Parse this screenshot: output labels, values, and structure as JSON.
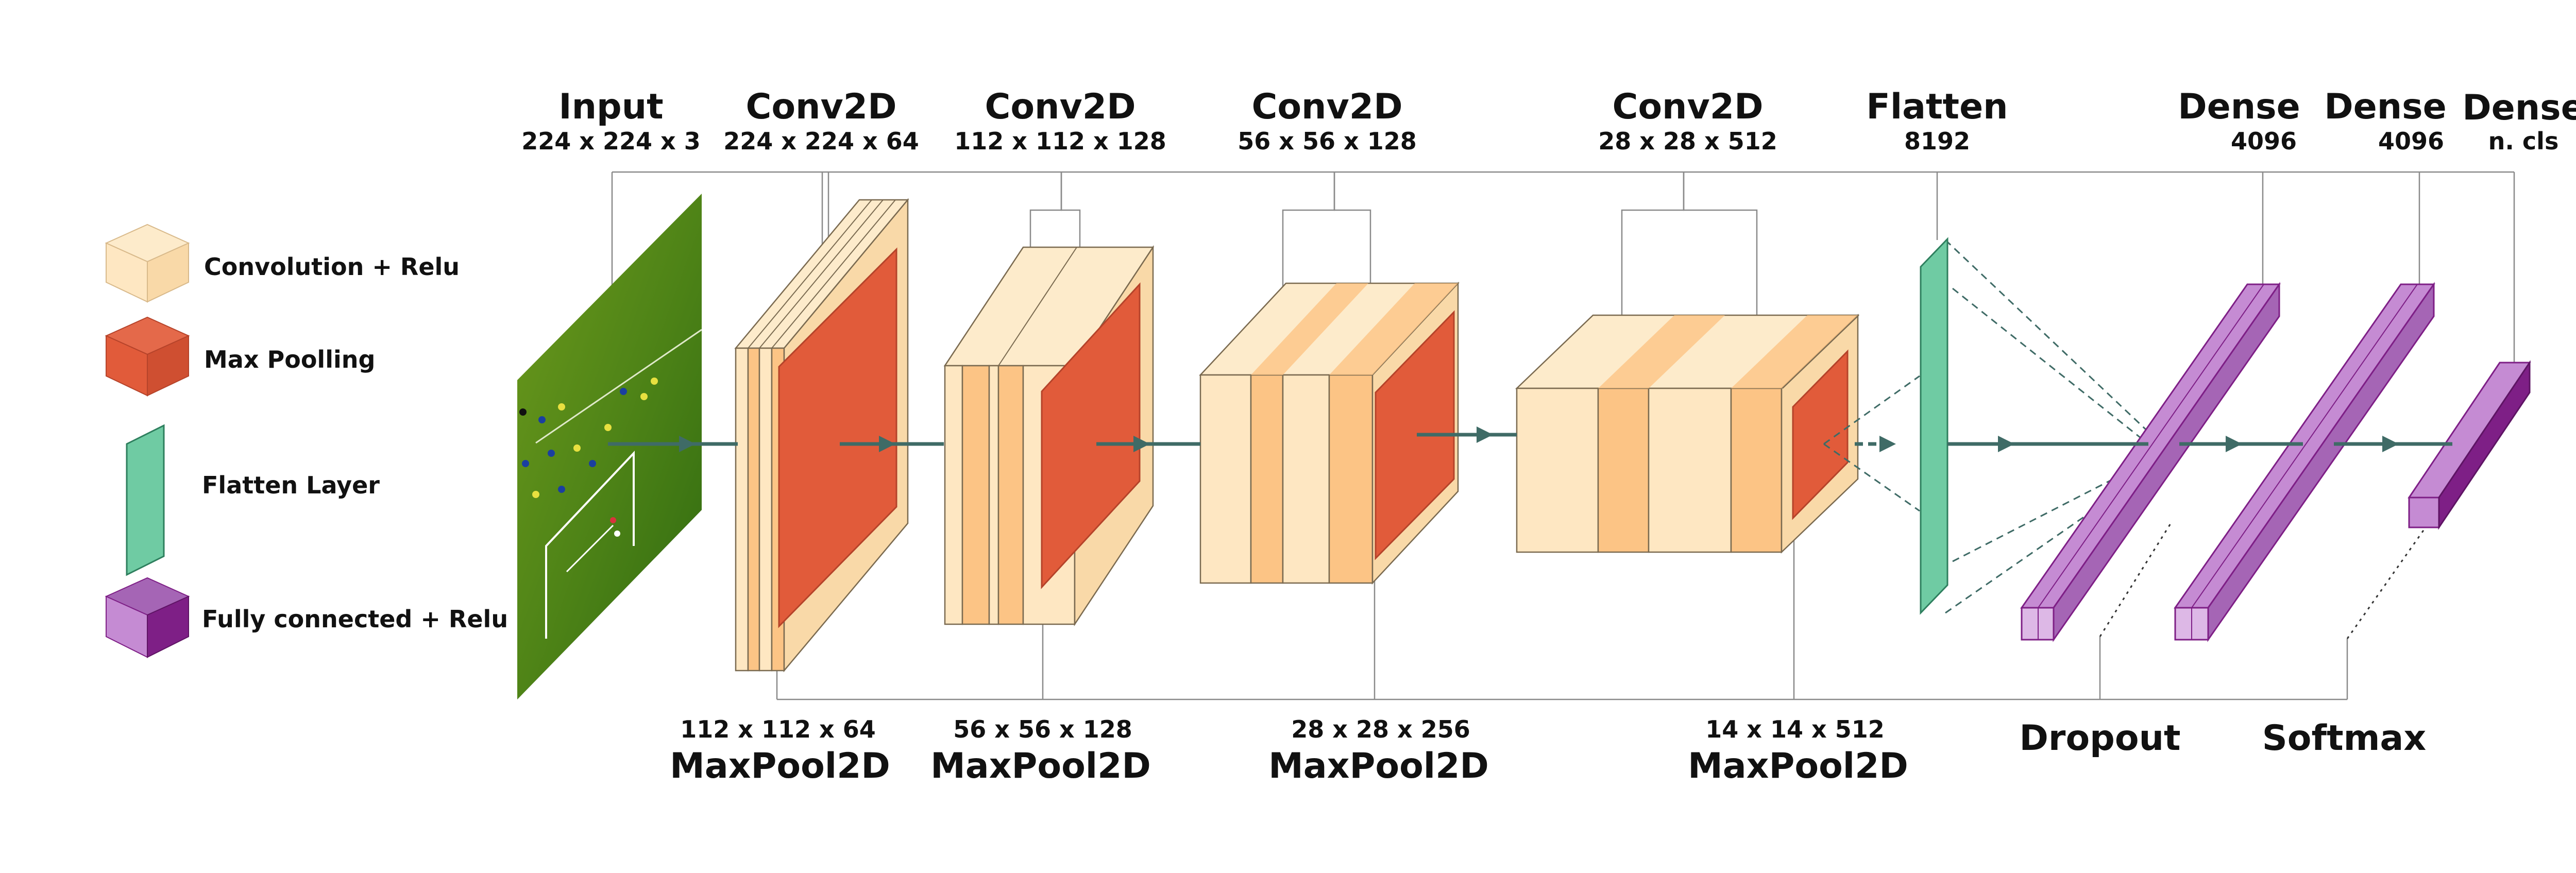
{
  "colors": {
    "conv_face": "#FEE7C2",
    "conv_band": "#FCC485",
    "conv_side": "#F9D9A8",
    "pool": "#E15B3A",
    "pool_edge": "#B5432A",
    "flatten": "#6FCBA3",
    "fc_front": "#C58BD3",
    "fc_light": "#DDB8E6",
    "fc_dark": "#7E1F86",
    "arrow": "#3F6B66"
  },
  "legend": {
    "conv": "Convolution + Relu",
    "pool": "Max Poolling",
    "flatten": "Flatten Layer",
    "fc": "Fully connected + Relu"
  },
  "top_labels": [
    {
      "title": "Input",
      "dim": "224 x 224 x 3"
    },
    {
      "title": "Conv2D",
      "dim": "224 x 224 x 64"
    },
    {
      "title": "Conv2D",
      "dim": "112 x 112 x 128"
    },
    {
      "title": "Conv2D",
      "dim": "56 x 56 x 128"
    },
    {
      "title": "Conv2D",
      "dim": "28 x 28 x 512"
    },
    {
      "title": "Flatten",
      "dim": "8192"
    },
    {
      "title": "Dense",
      "dim": "4096"
    },
    {
      "title": "Dense",
      "dim": "4096"
    },
    {
      "title": "Dense",
      "dim": "n. cls"
    }
  ],
  "bottom_labels": [
    {
      "title": "MaxPool2D",
      "dim": "112 x 112 x 64"
    },
    {
      "title": "MaxPool2D",
      "dim": "56 x 56 x 128"
    },
    {
      "title": "MaxPool2D",
      "dim": "28 x 28 x 256"
    },
    {
      "title": "MaxPool2D",
      "dim": "14 x 14 x 512"
    },
    {
      "title": "Dropout"
    },
    {
      "title": "Softmax"
    }
  ],
  "input_image": "football-pitch-image"
}
